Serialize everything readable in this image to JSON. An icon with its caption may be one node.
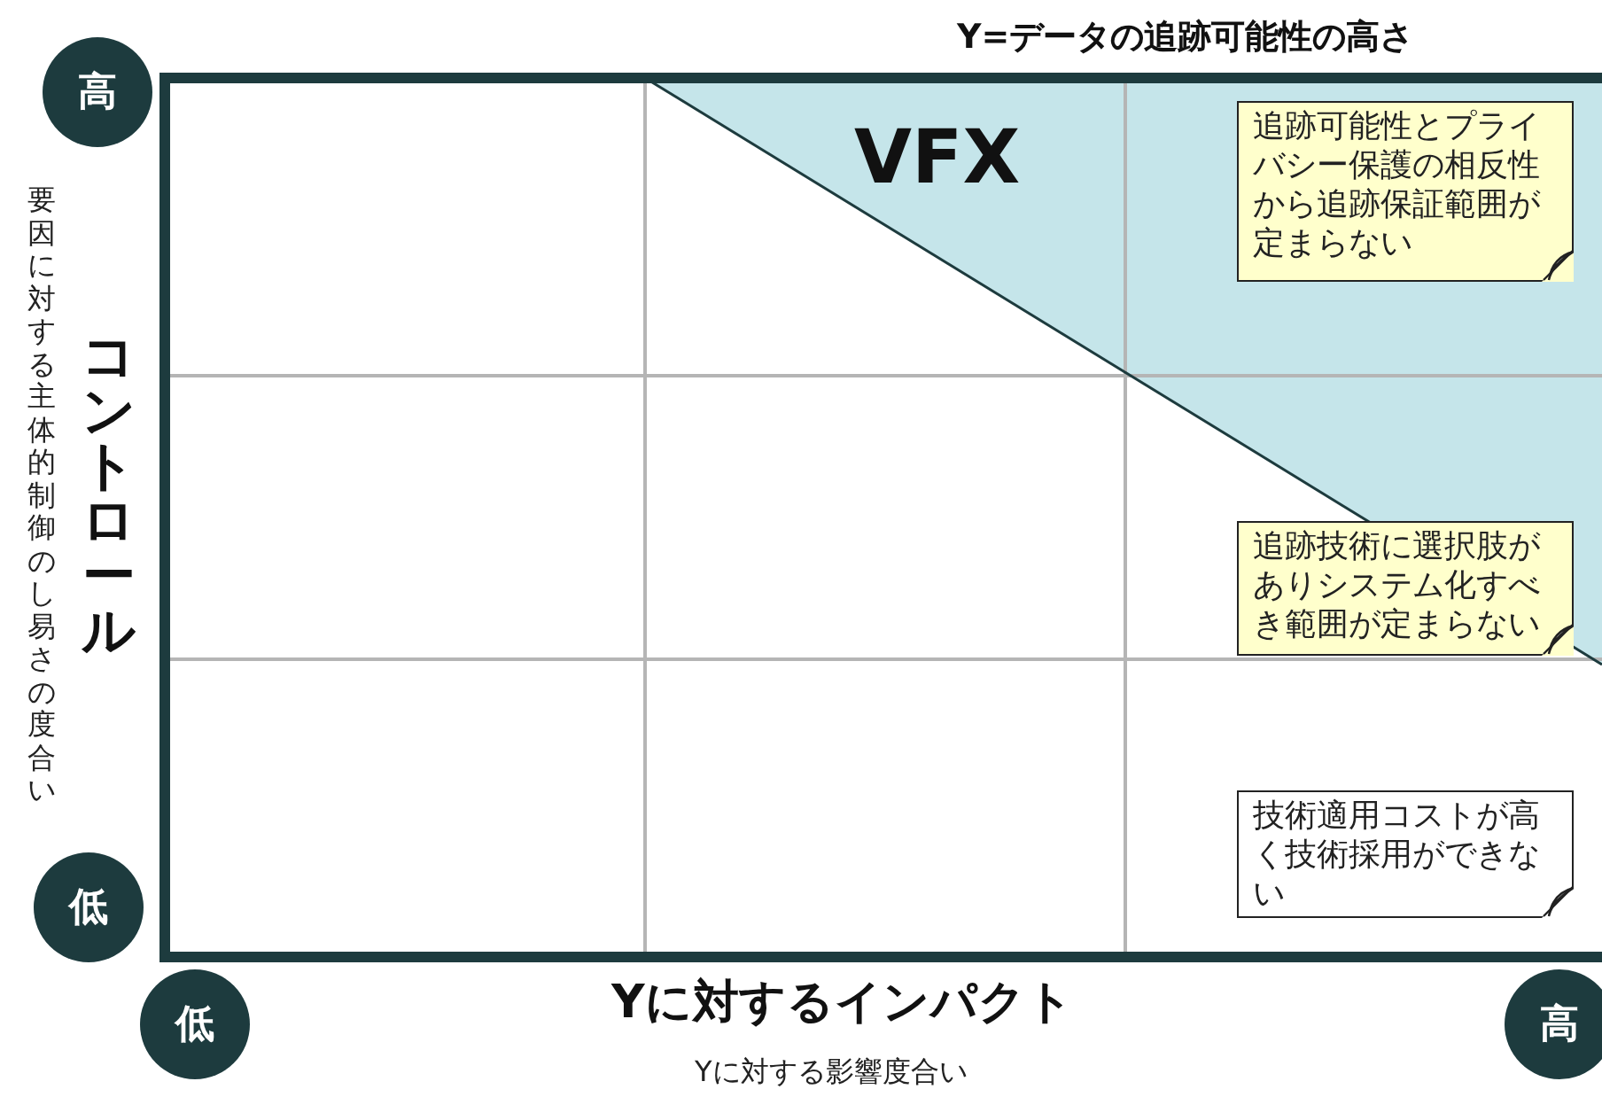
{
  "diagram": {
    "title": "Y=データの追跡可能性の高さ",
    "nodes": [
      {
        "text": [
          "高"
        ]
      },
      {
        "text": [
          "低"
        ]
      },
      {
        "text": [
          "低"
        ]
      },
      {
        "text": [
          "高"
        ]
      },
      {
        "text": [
          "追跡可能性とプライバシー保護の相反性から追跡保証範囲が定まらない"
        ]
      },
      {
        "text": [
          "追跡技術に選択肢がありシステム化すべき範囲が定まらない"
        ]
      },
      {
        "text": [
          "技術適用コストが高く技術採用ができない"
        ]
      }
    ],
    "edges": [],
    "labels": [
      "VFX",
      "コントロール",
      "要因に対する主体的制御のし易さの度合い",
      "Yに対するインパクト",
      "Yに対する影響度合い"
    ]
  }
}
